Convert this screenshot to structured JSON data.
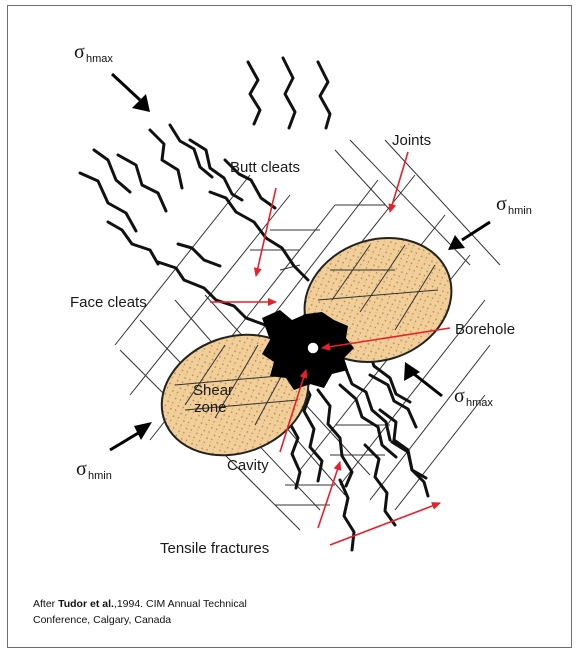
{
  "diagram": {
    "labels": {
      "butt_cleats": "Butt cleats",
      "joints": "Joints",
      "face_cleats": "Face cleats",
      "borehole": "Borehole",
      "shear_zone_line1": "Shear",
      "shear_zone_line2": "zone",
      "cavity": "Cavity",
      "tensile_fractures": "Tensile fractures"
    },
    "stresses": {
      "sigma": "σ",
      "hmax": "hmax",
      "hmin": "hmin"
    },
    "colors": {
      "ellipse_fill": "#f0cf9a",
      "ellipse_speckle": "#c88a45",
      "pointer": "#e8202a",
      "cracks": "#111111"
    }
  },
  "caption": {
    "author": "Tudor et al.",
    "prefix": "After ",
    "rest_line1": ",1994. CIM Annual Technical",
    "line2": "Conference, Calgary, Canada"
  }
}
